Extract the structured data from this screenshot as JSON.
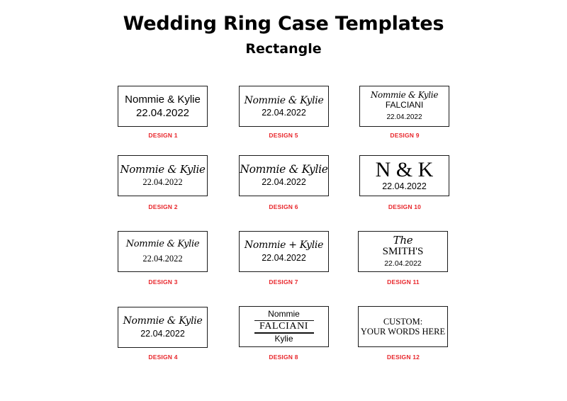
{
  "header": {
    "title": "Wedding Ring Case Templates",
    "subtitle": "Rectangle"
  },
  "designs": [
    {
      "label": "DESIGN 1",
      "lines": [
        "Nommie & Kylie",
        "22.04.2022"
      ]
    },
    {
      "label": "DESIGN 2",
      "lines": [
        "Nommie & Kylie",
        "22.04.2022"
      ]
    },
    {
      "label": "DESIGN 3",
      "lines": [
        "Nommie & Kylie",
        "22.04.2022"
      ]
    },
    {
      "label": "DESIGN 4",
      "lines": [
        "Nommie & Kylie",
        "22.04.2022"
      ]
    },
    {
      "label": "DESIGN 5",
      "lines": [
        "Nommie & Kylie",
        "22.04.2022"
      ]
    },
    {
      "label": "DESIGN 6",
      "lines": [
        "Nommie & Kylie",
        "22.04.2022"
      ]
    },
    {
      "label": "DESIGN 7",
      "lines": [
        "Nommie + Kylie",
        "22.04.2022"
      ]
    },
    {
      "label": "DESIGN 8",
      "lines": [
        "Nommie",
        "FALCIANI",
        "Kylie"
      ]
    },
    {
      "label": "DESIGN 9",
      "lines": [
        "Nommie & Kylie",
        "FALCIANI",
        "22.04.2022"
      ]
    },
    {
      "label": "DESIGN 10",
      "lines": [
        "N & K",
        "22.04.2022"
      ]
    },
    {
      "label": "DESIGN 11",
      "lines": [
        "The",
        "SMITH'S",
        "22.04.2022"
      ]
    },
    {
      "label": "DESIGN 12",
      "lines": [
        "CUSTOM:",
        "YOUR WORDS HERE"
      ]
    }
  ],
  "colors": {
    "label": "#e8262b",
    "border": "#1a1a1a"
  }
}
